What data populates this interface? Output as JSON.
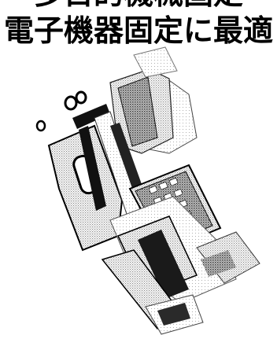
{
  "heading": {
    "top_line": "多目的機械固定",
    "main_line": "電子機器固定に最適"
  },
  "illustration": {
    "icon": "exploded-device-mount-illustration"
  }
}
